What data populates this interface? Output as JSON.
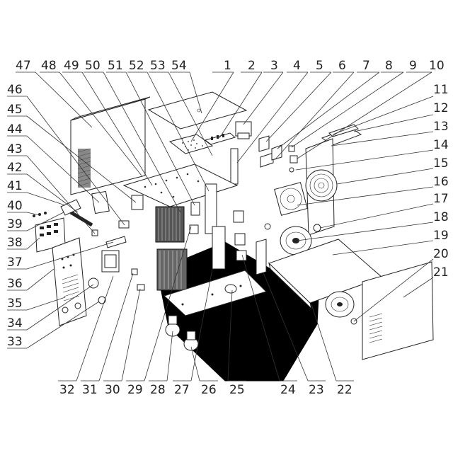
{
  "diagram": {
    "top_labels": [
      "47",
      "48",
      "49",
      "50",
      "51",
      "52",
      "53",
      "54",
      "1",
      "2",
      "3",
      "4",
      "5",
      "6",
      "7",
      "8",
      "9",
      "10"
    ],
    "right_labels": [
      "11",
      "12",
      "13",
      "14",
      "15",
      "16",
      "17",
      "18",
      "19",
      "20",
      "21"
    ],
    "bottom_labels": [
      "22",
      "23",
      "24",
      "25",
      "26",
      "27",
      "28",
      "29",
      "30",
      "31",
      "32"
    ],
    "left_labels": [
      "33",
      "34",
      "35",
      "36",
      "37",
      "38",
      "39",
      "40",
      "41",
      "42",
      "43",
      "44",
      "45",
      "46"
    ]
  }
}
